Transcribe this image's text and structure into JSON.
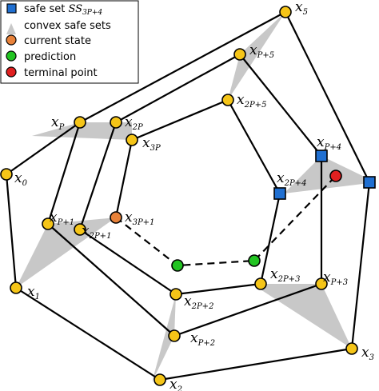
{
  "legend": {
    "items": [
      {
        "key": "safe_set",
        "text": "safe set",
        "math_main": "SS",
        "math_sub": "3P+4"
      },
      {
        "key": "convex",
        "text": "convex safe sets"
      },
      {
        "key": "current",
        "text": "current state"
      },
      {
        "key": "prediction",
        "text": "prediction"
      },
      {
        "key": "terminal",
        "text": "terminal point"
      }
    ]
  },
  "colors": {
    "node": "#f5c518",
    "safe_set": "#1f6fd1",
    "current": "#e8823a",
    "prediction": "#22c422",
    "terminal": "#e02020",
    "hull": "#c8c8c8"
  },
  "nodes": [
    {
      "id": "x0",
      "main": "x",
      "sub": "0"
    },
    {
      "id": "x1",
      "main": "x",
      "sub": "1"
    },
    {
      "id": "x2",
      "main": "x",
      "sub": "2"
    },
    {
      "id": "x3",
      "main": "x",
      "sub": "3"
    },
    {
      "id": "x5",
      "main": "x",
      "sub": "5"
    },
    {
      "id": "xP",
      "main": "x",
      "sub": "P"
    },
    {
      "id": "xP1",
      "main": "x",
      "sub": "P+1"
    },
    {
      "id": "xP2",
      "main": "x",
      "sub": "P+2"
    },
    {
      "id": "xP3",
      "main": "x",
      "sub": "P+3"
    },
    {
      "id": "xP4",
      "main": "x",
      "sub": "P+4"
    },
    {
      "id": "xP5",
      "main": "x",
      "sub": "P+5"
    },
    {
      "id": "x2P",
      "main": "x",
      "sub": "2P"
    },
    {
      "id": "x2P1",
      "main": "x",
      "sub": "2P+1"
    },
    {
      "id": "x2P2",
      "main": "x",
      "sub": "2P+2"
    },
    {
      "id": "x2P3",
      "main": "x",
      "sub": "2P+3"
    },
    {
      "id": "x2P4",
      "main": "x",
      "sub": "2P+4"
    },
    {
      "id": "x2P5",
      "main": "x",
      "sub": "2P+5"
    },
    {
      "id": "x3P",
      "main": "x",
      "sub": "3P"
    },
    {
      "id": "x3P1",
      "main": "x",
      "sub": "3P+1"
    }
  ]
}
